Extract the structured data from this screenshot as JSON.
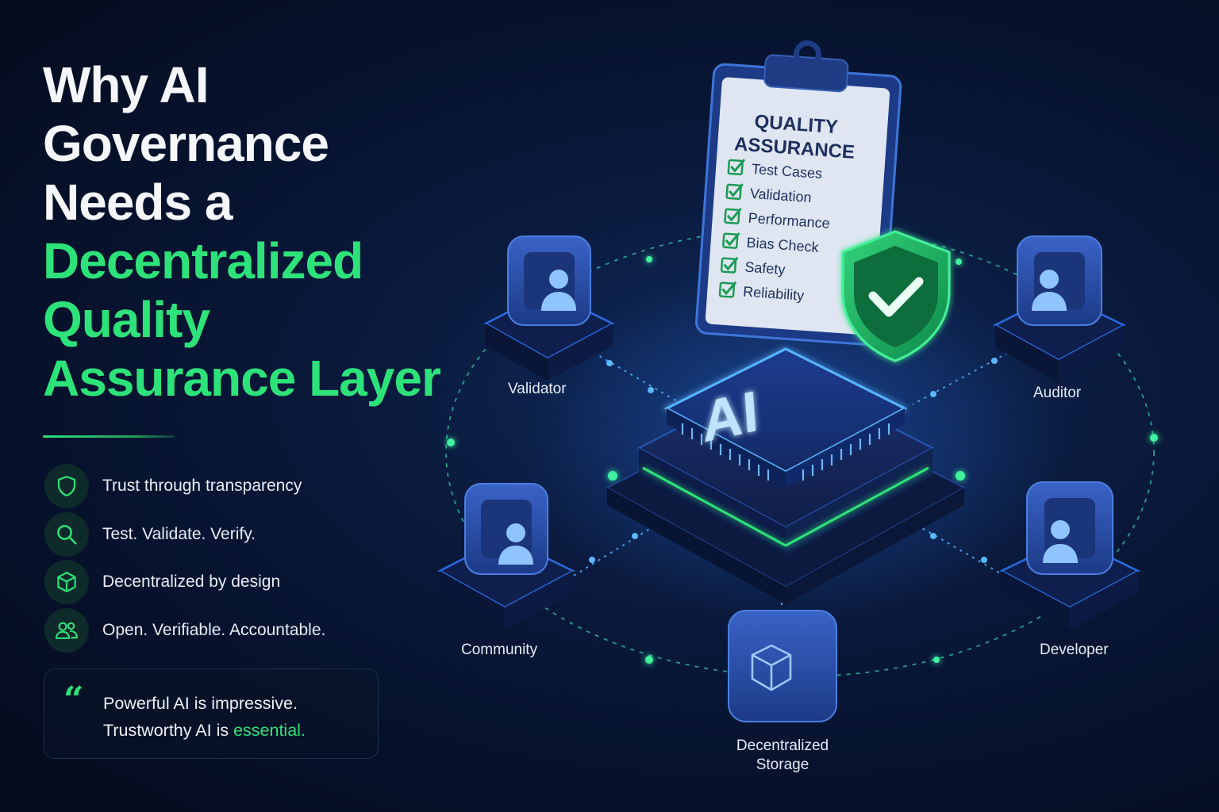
{
  "headline": {
    "line1": "Why AI",
    "line2": "Governance",
    "line3": "Needs a",
    "line4": "Decentralized",
    "line5": "Quality",
    "line6": "Assurance Layer"
  },
  "features": [
    {
      "icon": "shield-icon",
      "text": "Trust through transparency"
    },
    {
      "icon": "search-icon",
      "text": "Test. Validate. Verify."
    },
    {
      "icon": "cube-icon",
      "text": "Decentralized by design"
    },
    {
      "icon": "users-icon",
      "text": "Open. Verifiable. Accountable."
    }
  ],
  "quote": {
    "line1": "Powerful AI is impressive.",
    "line2_prefix": "Trustworthy AI is ",
    "line2_accent": "essential."
  },
  "clipboard": {
    "title_line1": "QUALITY",
    "title_line2": "ASSURANCE",
    "items": [
      "Test Cases",
      "Validation",
      "Performance",
      "Bias Check",
      "Safety",
      "Reliability"
    ]
  },
  "chip_label": "AI",
  "nodes": {
    "validator": "Validator",
    "auditor": "Auditor",
    "community": "Community",
    "developer": "Developer",
    "storage_line1": "Decentralized",
    "storage_line2": "Storage"
  },
  "colors": {
    "accent_green": "#2ee27a",
    "node_blue": "#2a4fa8",
    "glow_cyan": "#3fb8ff"
  }
}
